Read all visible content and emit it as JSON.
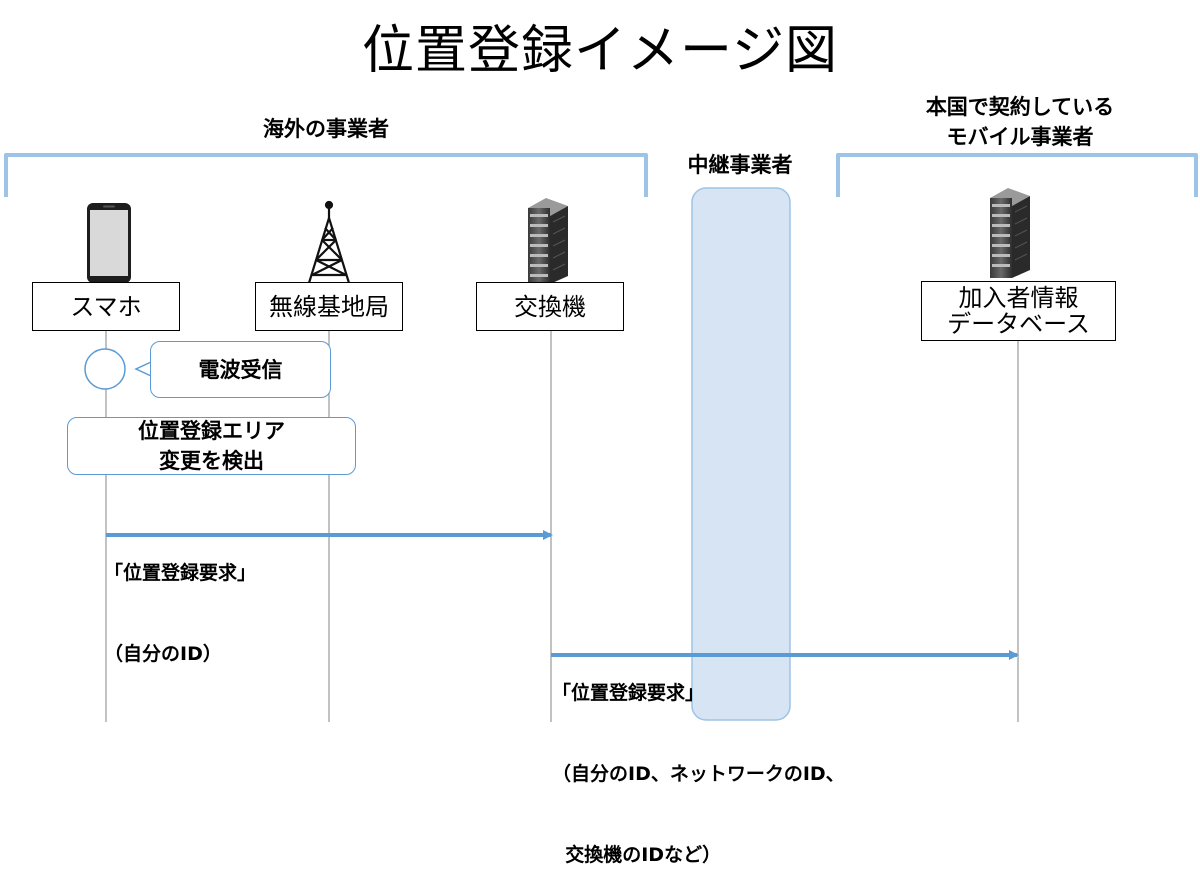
{
  "title": "位置登録イメージ図",
  "groups": {
    "overseas": "海外の事業者",
    "relay": "中継事業者",
    "home_line1": "本国で契約している",
    "home_line2": "モバイル事業者"
  },
  "participants": {
    "phone": "スマホ",
    "base_station": "無線基地局",
    "switch": "交換機",
    "subscriber_db_line1": "加入者情報",
    "subscriber_db_line2": "データベース"
  },
  "notes": {
    "radio": "電波受信",
    "area_line1": "位置登録エリア",
    "area_line2": "変更を検出"
  },
  "messages": {
    "m1_line1": "「位置登録要求」",
    "m1_line2": "（自分のID）",
    "m2_line1": "「位置登録要求」",
    "m2_line2": "（自分のID、ネットワークのID、",
    "m2_line3": "  交換機のIDなど）"
  },
  "colors": {
    "accent": "#5b9bd5",
    "relay_fill": "#d6e4f3"
  },
  "icons": [
    "smartphone-icon",
    "antenna-tower-icon",
    "server-rack-icon"
  ]
}
